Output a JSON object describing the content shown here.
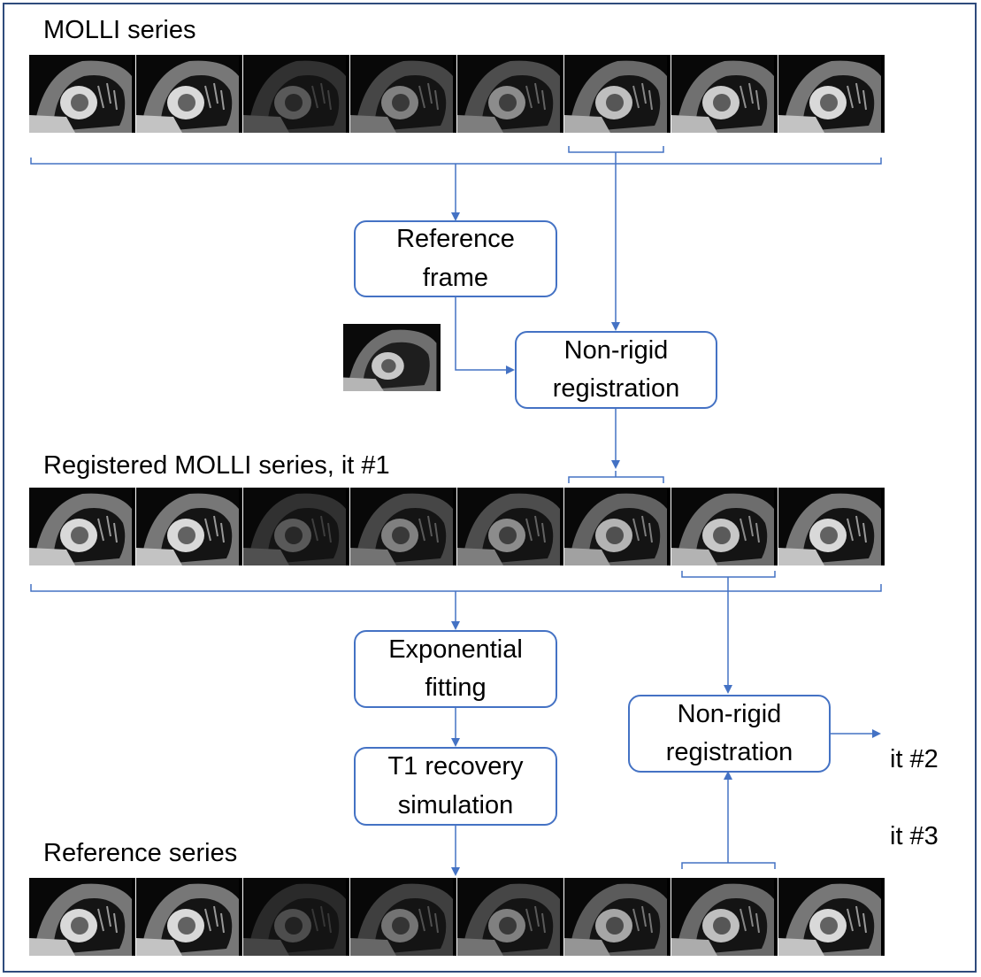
{
  "labels": {
    "molli_series": "MOLLI series",
    "registered_series": "Registered MOLLI series, it #1",
    "reference_series": "Reference series"
  },
  "boxes": {
    "reference_frame": "Reference\nframe",
    "nonrigid_registration_1": "Non-rigid\nregistration",
    "exponential_fitting": "Exponential\nfitting",
    "t1_recovery_simulation": "T1 recovery\nsimulation",
    "nonrigid_registration_2": "Non-rigid\nregistration"
  },
  "iterations": {
    "it2": "it #2",
    "it3": "it #3"
  },
  "series": {
    "molli": {
      "brightness": [
        0.85,
        0.85,
        0.35,
        0.5,
        0.55,
        0.75,
        0.8,
        0.85
      ]
    },
    "registered": {
      "brightness": [
        0.85,
        0.85,
        0.35,
        0.5,
        0.55,
        0.7,
        0.78,
        0.85
      ]
    },
    "reference": {
      "brightness": [
        0.85,
        0.85,
        0.3,
        0.45,
        0.5,
        0.65,
        0.75,
        0.85
      ]
    }
  },
  "colors": {
    "arrow": "#4472c4",
    "border": "#2f4b7c"
  }
}
